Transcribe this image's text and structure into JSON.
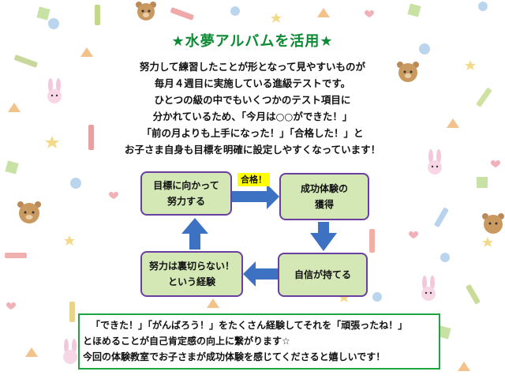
{
  "title": "★水夢アルバムを活用★",
  "intro": [
    "努力して練習したことが形となって見やすいものが",
    "毎月４週目に実施している進級テストです。",
    "ひとつの級の中でもいくつかのテスト項目に",
    "分かれているため、「今月は○○ができた！」",
    "「前の月よりも上手になった！」「合格した！」と",
    "お子さま自身も目標を明確に設定しやすくなっています！"
  ],
  "flow": {
    "goal_line1": "目標に向かって",
    "goal_line2": "努力する",
    "pass_badge": "合格！",
    "success_line1": "成功体験の",
    "success_line2": "獲得",
    "confidence": "自信が持てる",
    "effort_line1": "努力は裏切らない！",
    "effort_line2": "という経験"
  },
  "bottom": [
    "「できた！」「がんばろう！」をたくさん経験してそれを「頑張ったね！」",
    "とほめることが自己肯定感の向上に繋がります☆",
    "今回の体験教室でお子さまが成功体験を感じてくださると嬉しいです！"
  ],
  "colors": {
    "title": "#0d8a34",
    "box_fill": "#d4e8b6",
    "box_border": "#6a3fa0",
    "arrow": "#3d72c2",
    "badge": "#ffff00",
    "bottom_border": "#1ca640"
  }
}
